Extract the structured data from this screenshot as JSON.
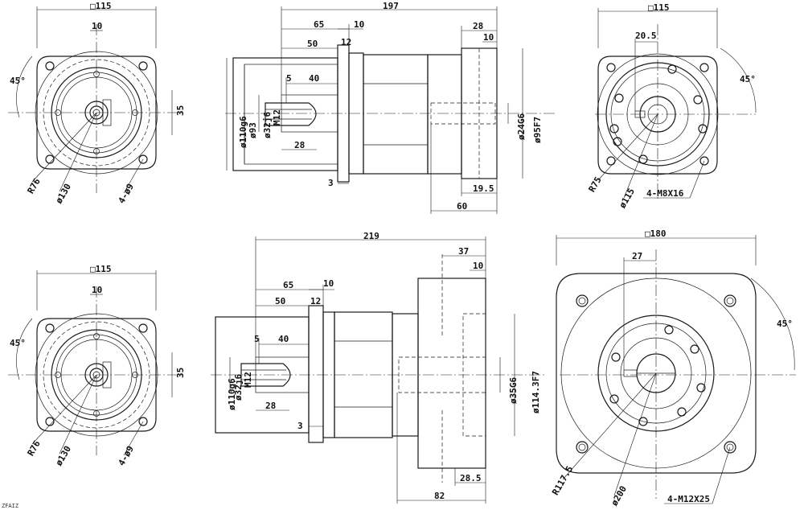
{
  "views": {
    "top_left": {
      "square": "□115",
      "offset": "10",
      "angle": "45°",
      "height": "35",
      "radius": "R76",
      "diameter": "ø130",
      "holes": "4-ø9"
    },
    "top_middle": {
      "total": "197",
      "d65": "65",
      "d10": "10",
      "d50": "50",
      "d12": "12",
      "d28r": "28",
      "d10r": "10",
      "d5": "5",
      "d40": "40",
      "d28": "28",
      "d3": "3",
      "d19_5": "19.5",
      "d60": "60",
      "phi110": "ø110g6",
      "phi93": "ø93",
      "phi32": "ø32j6",
      "m12": "M12",
      "phi24": "ø24G6",
      "phi95": "ø95F7"
    },
    "top_right": {
      "square": "□115",
      "offset": "20.5",
      "angle": "45°",
      "radius": "R75",
      "diameter": "ø115",
      "threads": "4-M8X16"
    },
    "bottom_left": {
      "square": "□115",
      "offset": "10",
      "angle": "45°",
      "height": "35",
      "radius": "R76",
      "diameter": "ø130",
      "holes": "4-ø9"
    },
    "bottom_middle": {
      "total": "219",
      "d37": "37",
      "d10r": "10",
      "d65": "65",
      "d10": "10",
      "d50": "50",
      "d12": "12",
      "d5": "5",
      "d40": "40",
      "d28": "28",
      "d3": "3",
      "d28_5": "28.5",
      "d82": "82",
      "phi110": "ø110g6",
      "phi32": "ø32j6",
      "m12": "M12",
      "phi35": "ø35G6",
      "phi114": "ø114.3F7"
    },
    "bottom_right": {
      "square": "□180",
      "offset": "27",
      "angle": "45°",
      "radius": "R117.5",
      "diameter": "ø200",
      "threads": "4-M12X25"
    }
  },
  "footer": {
    "corner_note": "ZFAIZ"
  }
}
